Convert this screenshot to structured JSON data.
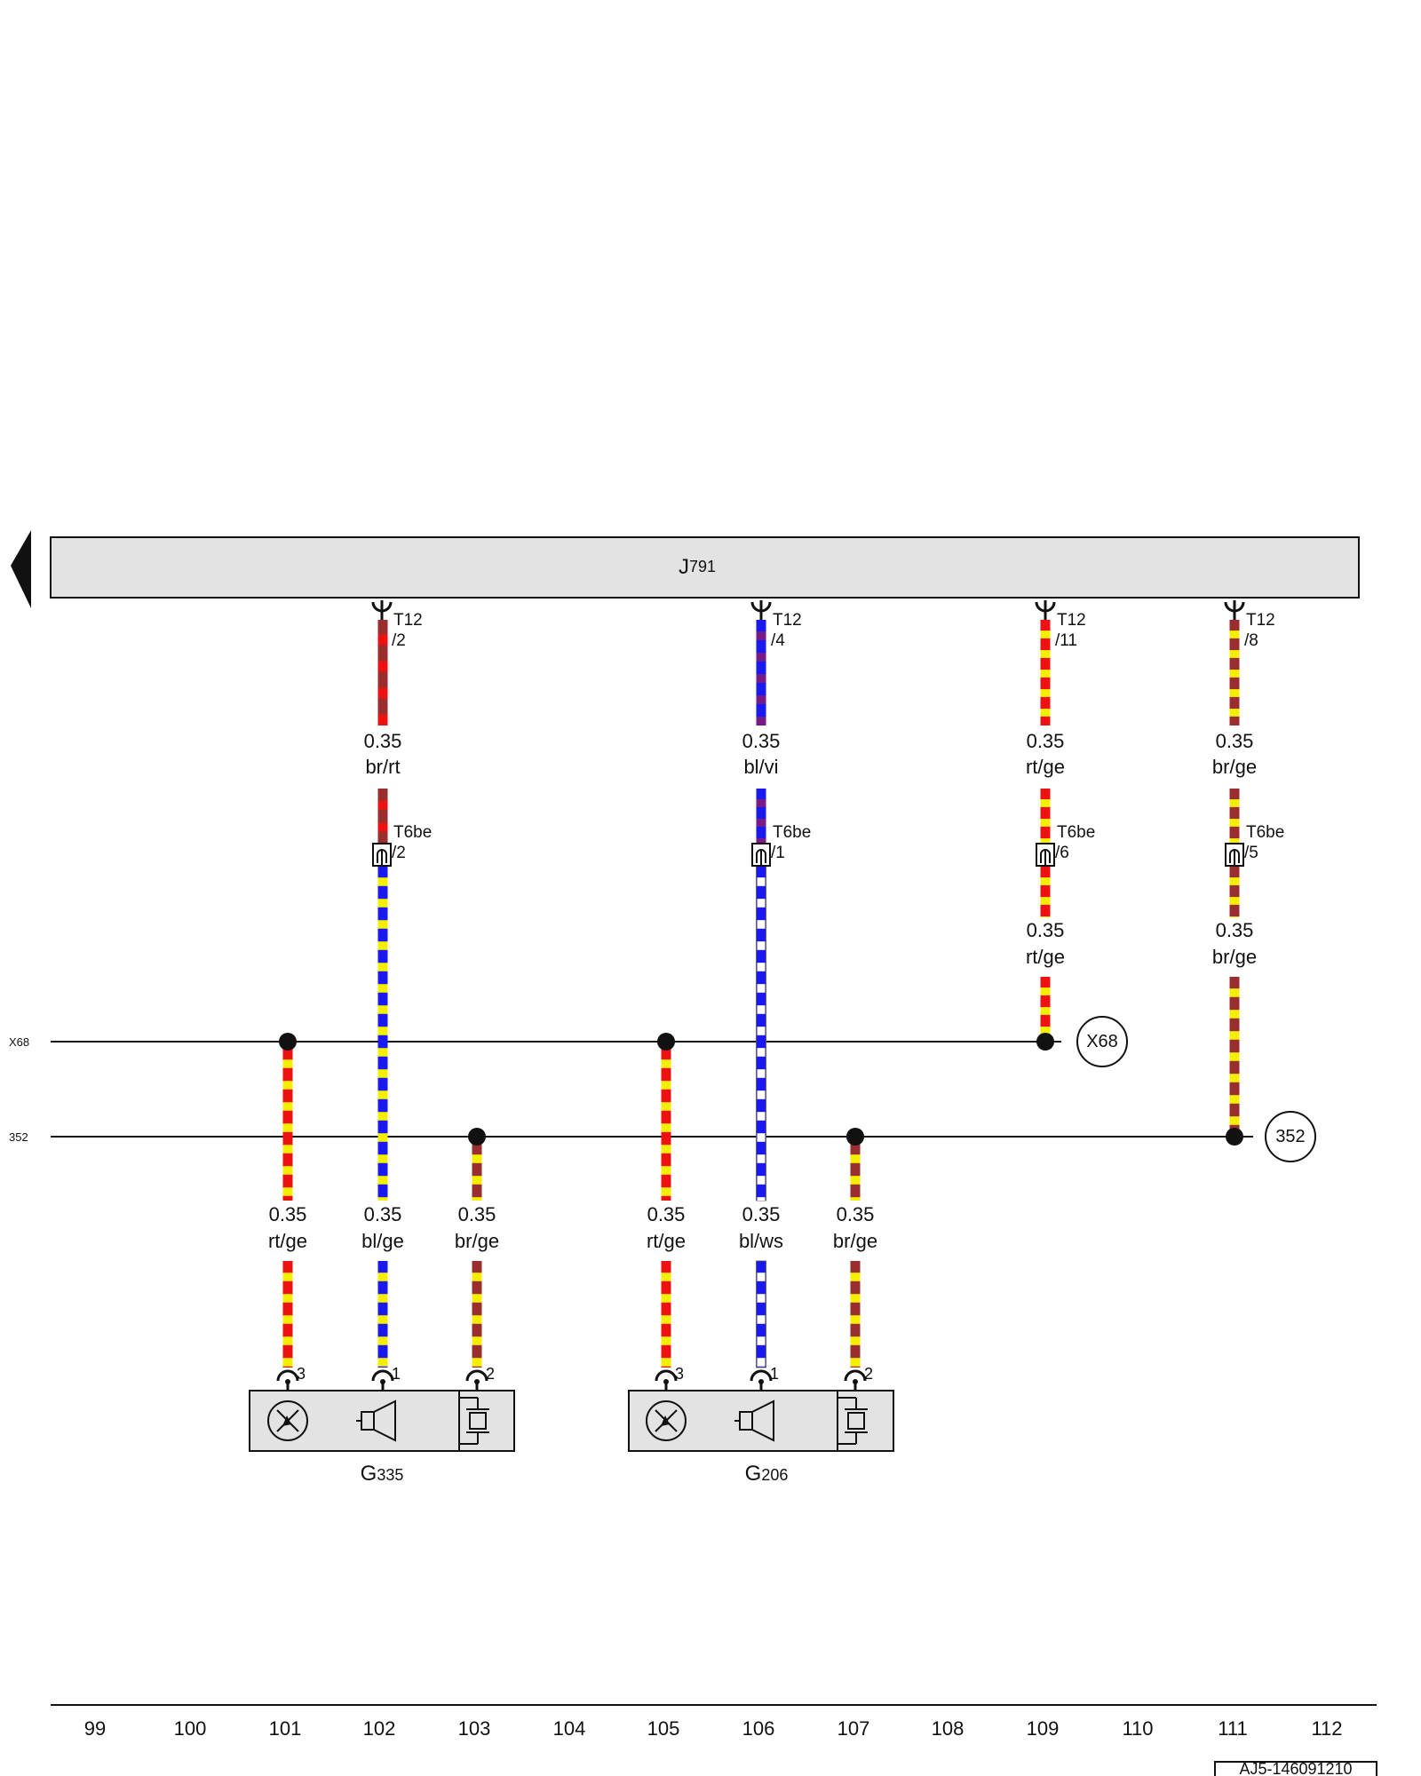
{
  "control_unit": {
    "letter": "J",
    "number": "791"
  },
  "wire_colors": {
    "br": "#9a2e2e",
    "rt": "#ee1111",
    "bl": "#1a1aee",
    "vi": "#7a1a8a",
    "ge": "#f4ee00",
    "ws": "#ffffff"
  },
  "wires": [
    {
      "id": "w102",
      "top": {
        "connector": "T12",
        "pin": "/2",
        "size": "0.35",
        "colors": "br/rt"
      },
      "mid": {
        "connector": "T6be",
        "pin": "/2"
      },
      "bottom": {
        "size": "0.35",
        "colors": "bl/ge",
        "pin": "1"
      }
    },
    {
      "id": "w106",
      "top": {
        "connector": "T12",
        "pin": "/4",
        "size": "0.35",
        "colors": "bl/vi"
      },
      "mid": {
        "connector": "T6be",
        "pin": "/1"
      },
      "bottom": {
        "size": "0.35",
        "colors": "bl/ws",
        "pin": "1"
      }
    },
    {
      "id": "w109",
      "top": {
        "connector": "T12",
        "pin": "/11",
        "size": "0.35",
        "colors": "rt/ge"
      },
      "mid": {
        "connector": "T6be",
        "pin": "/6",
        "size": "0.35",
        "colors": "rt/ge"
      }
    },
    {
      "id": "w111",
      "top": {
        "connector": "T12",
        "pin": "/8",
        "size": "0.35",
        "colors": "br/ge"
      },
      "mid": {
        "connector": "T6be",
        "pin": "/5",
        "size": "0.35",
        "colors": "br/ge"
      }
    }
  ],
  "buses": [
    {
      "id": "x68",
      "label": "X68",
      "end_label": "X68"
    },
    {
      "id": "352",
      "label": "352",
      "end_label": "352"
    }
  ],
  "branches": [
    {
      "id": "b101",
      "size": "0.35",
      "colors": "rt/ge",
      "pin": "3"
    },
    {
      "id": "b103",
      "size": "0.35",
      "colors": "br/ge",
      "pin": "2"
    },
    {
      "id": "b105",
      "size": "0.35",
      "colors": "rt/ge",
      "pin": "3"
    },
    {
      "id": "b107",
      "size": "0.35",
      "colors": "br/ge",
      "pin": "2"
    }
  ],
  "components": [
    {
      "id": "g335",
      "letter": "G",
      "number": "335"
    },
    {
      "id": "g206",
      "letter": "G",
      "number": "206"
    }
  ],
  "grid_numbers": [
    "99",
    "100",
    "101",
    "102",
    "103",
    "104",
    "105",
    "106",
    "107",
    "108",
    "109",
    "110",
    "111",
    "112"
  ],
  "reference": "AJ5-146091210"
}
